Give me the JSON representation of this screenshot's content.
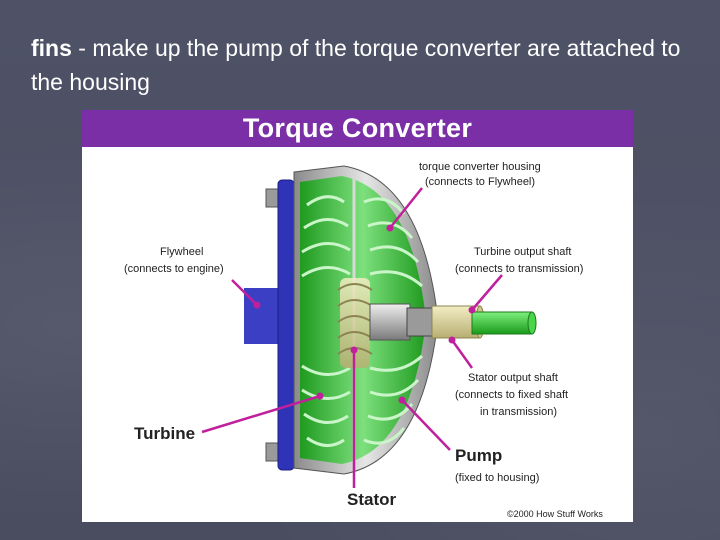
{
  "slide": {
    "caption_bold": "fins",
    "caption_rest": " - make up the pump of the torque converter are attached to the housing"
  },
  "diagram": {
    "title": "Torque Converter",
    "labels": {
      "housing_line1": "torque converter housing",
      "housing_line2": "(connects to Flywheel)",
      "flywheel_line1": "Flywheel",
      "flywheel_line2": "(connects to engine)",
      "turbine_shaft_line1": "Turbine output shaft",
      "turbine_shaft_line2": "(connects to transmission)",
      "stator_shaft_line1": "Stator output shaft",
      "stator_shaft_line2": "(connects to fixed shaft",
      "stator_shaft_line3": "in transmission)",
      "turbine": "Turbine",
      "pump": "Pump",
      "pump_sub": "(fixed to housing)",
      "stator": "Stator",
      "copyright": "©2000 How Stuff Works"
    },
    "colors": {
      "header": "#7b2fa6",
      "housing_blue": "#3b3fc4",
      "fin_green": "#2bb52b",
      "shaft_green": "#28c128",
      "stator_tan": "#d8cf9a",
      "leader": "#c0209c"
    }
  }
}
